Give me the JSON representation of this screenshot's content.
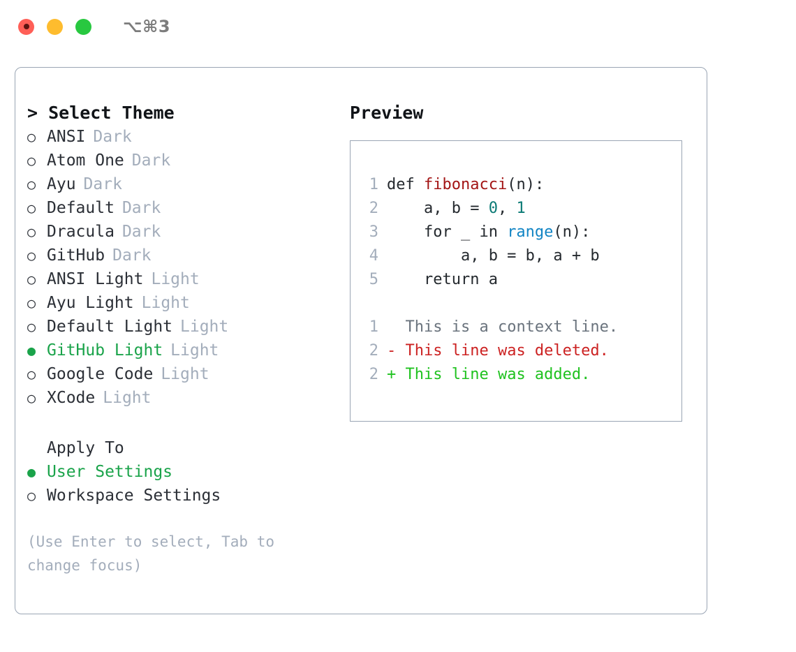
{
  "window": {
    "title": "⌥⌘3",
    "traffic_lights": [
      {
        "name": "close-button",
        "color": "#ff5f57"
      },
      {
        "name": "minimize-button",
        "color": "#febc2e"
      },
      {
        "name": "maximize-button",
        "color": "#28c840"
      }
    ]
  },
  "colors": {
    "accent_green": "#1aa34a",
    "muted": "#a3adbb",
    "text": "#2b2f36",
    "border": "#9aa5b4",
    "diff_add": "#1fc21f",
    "diff_del": "#cc2222",
    "diff_ctx": "#6a737d"
  },
  "left": {
    "title": "> Select Theme",
    "themes": [
      {
        "bullet": "○",
        "label": "ANSI",
        "tag": "Dark",
        "selected": false
      },
      {
        "bullet": "○",
        "label": "Atom One",
        "tag": "Dark",
        "selected": false
      },
      {
        "bullet": "○",
        "label": "Ayu",
        "tag": "Dark",
        "selected": false
      },
      {
        "bullet": "○",
        "label": "Default",
        "tag": "Dark",
        "selected": false
      },
      {
        "bullet": "○",
        "label": "Dracula",
        "tag": "Dark",
        "selected": false
      },
      {
        "bullet": "○",
        "label": "GitHub",
        "tag": "Dark",
        "selected": false
      },
      {
        "bullet": "○",
        "label": "ANSI Light",
        "tag": "Light",
        "selected": false
      },
      {
        "bullet": "○",
        "label": "Ayu Light",
        "tag": "Light",
        "selected": false
      },
      {
        "bullet": "○",
        "label": "Default Light",
        "tag": "Light",
        "selected": false
      },
      {
        "bullet": "●",
        "label": "GitHub Light",
        "tag": "Light",
        "selected": true
      },
      {
        "bullet": "○",
        "label": "Google Code",
        "tag": "Light",
        "selected": false
      },
      {
        "bullet": "○",
        "label": "XCode",
        "tag": "Light",
        "selected": false
      }
    ],
    "apply_to": {
      "heading": "Apply To",
      "options": [
        {
          "bullet": "●",
          "label": "User Settings",
          "selected": true
        },
        {
          "bullet": "○",
          "label": "Workspace Settings",
          "selected": false
        }
      ]
    },
    "hint": "(Use Enter to select, Tab to change focus)"
  },
  "right": {
    "title": "Preview",
    "code": [
      {
        "ln": "1",
        "tokens": [
          {
            "t": "def ",
            "c": "plain"
          },
          {
            "t": "fibonacci",
            "c": "func"
          },
          {
            "t": "(n):",
            "c": "plain"
          }
        ]
      },
      {
        "ln": "2",
        "tokens": [
          {
            "t": "    a, b = ",
            "c": "plain"
          },
          {
            "t": "0",
            "c": "num"
          },
          {
            "t": ", ",
            "c": "plain"
          },
          {
            "t": "1",
            "c": "num"
          }
        ]
      },
      {
        "ln": "3",
        "tokens": [
          {
            "t": "    for _ in ",
            "c": "plain"
          },
          {
            "t": "range",
            "c": "call"
          },
          {
            "t": "(n):",
            "c": "plain"
          }
        ]
      },
      {
        "ln": "4",
        "tokens": [
          {
            "t": "        a, b = b, a + b",
            "c": "plain"
          }
        ]
      },
      {
        "ln": "5",
        "tokens": [
          {
            "t": "    return a",
            "c": "plain"
          }
        ]
      }
    ],
    "diff": [
      {
        "ln": "1",
        "marker": "  ",
        "text": "This is a context line.",
        "kind": "ctx"
      },
      {
        "ln": "2",
        "marker": "- ",
        "text": "This line was deleted.",
        "kind": "del"
      },
      {
        "ln": "2",
        "marker": "+ ",
        "text": "This line was added.",
        "kind": "add"
      }
    ]
  }
}
